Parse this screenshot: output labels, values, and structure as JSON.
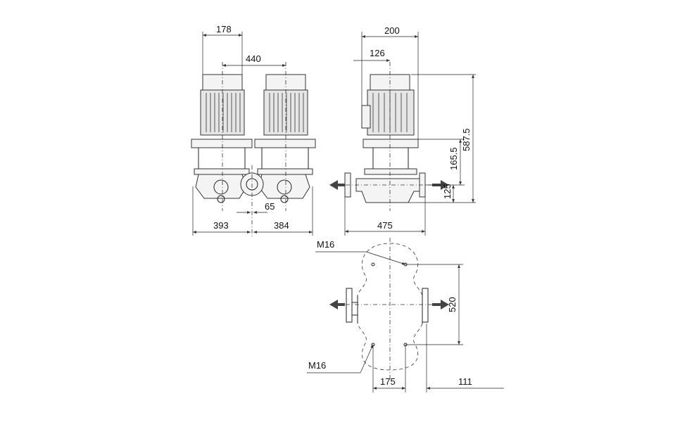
{
  "drawing": {
    "front_view": {
      "dims": {
        "motor_width": "178",
        "motor_spacing": "440",
        "left_base": "393",
        "right_base": "384",
        "center_offset": "65"
      }
    },
    "side_view": {
      "dims": {
        "motor_width": "200",
        "motor_center": "126",
        "total_height": "587.5",
        "flange_height": "165.5",
        "port_height": "125",
        "base_length": "475"
      }
    },
    "plan_view": {
      "dims": {
        "bolt_label_top": "M16",
        "bolt_label_bottom": "M16",
        "bolt_spacing_vertical": "520",
        "bolt_spacing_horizontal": "175",
        "offset_right": "111"
      }
    }
  }
}
